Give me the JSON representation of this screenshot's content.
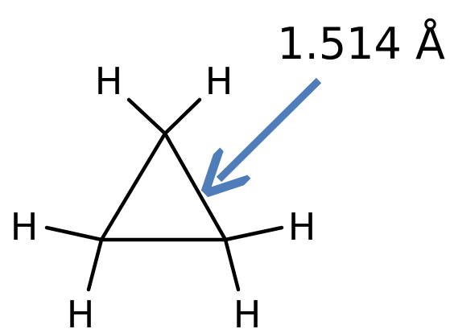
{
  "molecule": {
    "atoms": [
      {
        "id": "h_top_left",
        "label": "H"
      },
      {
        "id": "h_top_right",
        "label": "H"
      },
      {
        "id": "h_mid_left",
        "label": "H"
      },
      {
        "id": "h_mid_right",
        "label": "H"
      },
      {
        "id": "h_bottom_left",
        "label": "H"
      },
      {
        "id": "h_bottom_right",
        "label": "H"
      }
    ]
  },
  "annotation": {
    "text": "1.514 Å",
    "arrow_color": "#4F7DBA"
  },
  "colors": {
    "bond": "#000000",
    "text": "#000000",
    "background": "#FFFFFF"
  }
}
